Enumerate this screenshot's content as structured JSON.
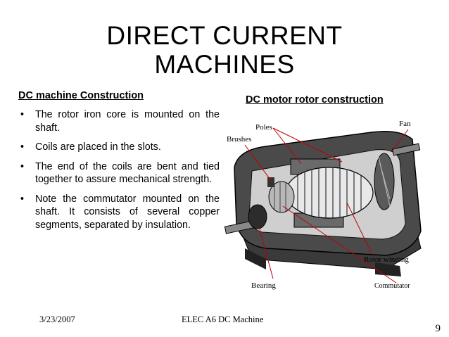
{
  "slide": {
    "title_line1": "DIRECT CURRENT",
    "title_line2": "MACHINES",
    "left_heading": "DC machine Construction",
    "right_heading": "DC motor rotor construction",
    "bullets": [
      "The rotor iron core is mounted on the shaft.",
      "Coils are placed in the slots.",
      "The end of the coils are bent and tied together to assure mechanical strength.",
      "Note the commutator mounted on the shaft. It consists of several copper segments, separated by insulation."
    ],
    "bullet_symbol": "•",
    "diagram_labels": {
      "poles": "Poles",
      "fan": "Fan",
      "brushes": "Brushes",
      "rotor_winding": "Rotor winding",
      "bearing": "Bearing",
      "commutator": "Commutator"
    },
    "footer": {
      "date": "3/23/2007",
      "course": "ELEC A6 DC Machine",
      "page": "9"
    }
  }
}
